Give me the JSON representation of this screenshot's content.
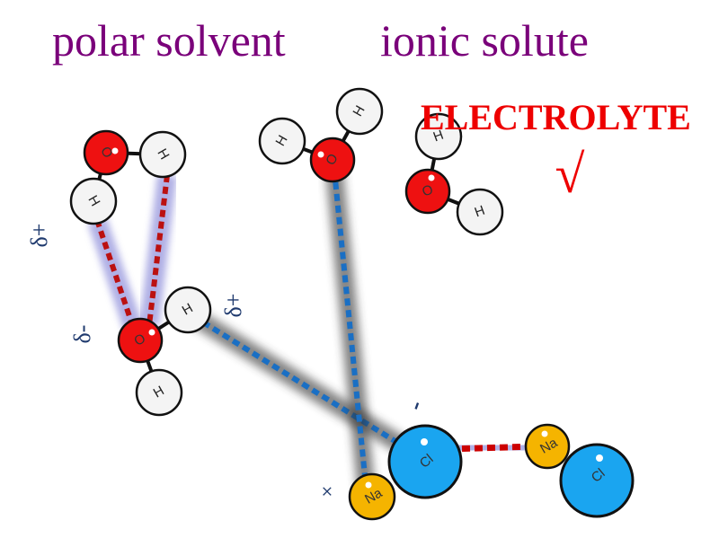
{
  "title_left": "polar solvent",
  "title_right": "ionic solute",
  "electrolyte_label": "ELECTROLYTE",
  "check_mark": "√",
  "atoms": {
    "O": "O",
    "H": "H",
    "Na": "Na",
    "Cl": "Cl"
  },
  "charges": {
    "delta_plus": "δ+",
    "delta_minus": "δ-",
    "plus": "+",
    "minus": "-"
  },
  "colors": {
    "title": "#7a007a",
    "electrolyte": "#ee0000",
    "oxygen": "#ee1111",
    "hydrogen": "#f4f4f4",
    "sodium": "#f5b400",
    "chlorine": "#1aa5f0",
    "ion_ion_bond": "#cc0000",
    "h_bond_red": "#bb1111",
    "h_bond_blue": "#1a6fc4",
    "charge_text": "#1f3a6e"
  }
}
